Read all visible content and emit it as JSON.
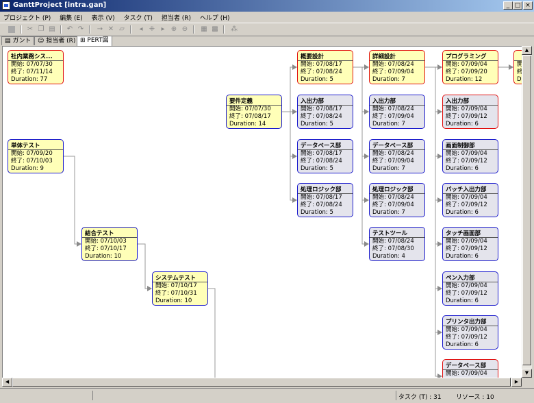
{
  "window": {
    "title": "GanttProject [intra.gan]"
  },
  "menu": [
    "プロジェクト (P)",
    "編集 (E)",
    "表示 (V)",
    "タスク (T)",
    "担当者 (R)",
    "ヘルプ (H)"
  ],
  "tabs": [
    {
      "label": "ガント",
      "active": false
    },
    {
      "label": "担当者 (R)",
      "active": false
    },
    {
      "label": "PERT図",
      "active": true
    }
  ],
  "status": {
    "tasks": "タスク (T) : 31",
    "resources": "リソース : 10"
  },
  "tasks": [
    {
      "id": "t0",
      "name": "社内業務シス...",
      "start": "開始: 07/07/30",
      "end": "終了: 07/11/14",
      "duration": "Duration: 77",
      "critical": true,
      "yellow": true
    },
    {
      "id": "t1",
      "name": "単体テスト",
      "start": "開始: 07/09/20",
      "end": "終了: 07/10/03",
      "duration": "Duration: 9",
      "critical": false,
      "yellow": true
    },
    {
      "id": "t2",
      "name": "結合テスト",
      "start": "開始: 07/10/03",
      "end": "終了: 07/10/17",
      "duration": "Duration: 10",
      "critical": false,
      "yellow": true
    },
    {
      "id": "t3",
      "name": "システムテスト",
      "start": "開始: 07/10/17",
      "end": "終了: 07/10/31",
      "duration": "Duration: 10",
      "critical": false,
      "yellow": true
    },
    {
      "id": "t4",
      "name": "要件定義",
      "start": "開始: 07/07/30",
      "end": "終了: 07/08/17",
      "duration": "Duration: 14",
      "critical": false,
      "yellow": true
    },
    {
      "id": "t5",
      "name": "概要設計",
      "start": "開始: 07/08/17",
      "end": "終了: 07/08/24",
      "duration": "Duration: 5",
      "critical": true,
      "yellow": true
    },
    {
      "id": "t6",
      "name": "入出力部",
      "start": "開始: 07/08/17",
      "end": "終了: 07/08/24",
      "duration": "Duration: 5",
      "critical": false,
      "yellow": false
    },
    {
      "id": "t7",
      "name": "データベース部",
      "start": "開始: 07/08/17",
      "end": "終了: 07/08/24",
      "duration": "Duration: 5",
      "critical": false,
      "yellow": false
    },
    {
      "id": "t8",
      "name": "処理ロジック部",
      "start": "開始: 07/08/17",
      "end": "終了: 07/08/24",
      "duration": "Duration: 5",
      "critical": false,
      "yellow": false
    },
    {
      "id": "t9",
      "name": "詳細設計",
      "start": "開始: 07/08/24",
      "end": "終了: 07/09/04",
      "duration": "Duration: 7",
      "critical": true,
      "yellow": true
    },
    {
      "id": "t10",
      "name": "入出力部",
      "start": "開始: 07/08/24",
      "end": "終了: 07/09/04",
      "duration": "Duration: 7",
      "critical": false,
      "yellow": false
    },
    {
      "id": "t11",
      "name": "データベース部",
      "start": "開始: 07/08/24",
      "end": "終了: 07/09/04",
      "duration": "Duration: 7",
      "critical": false,
      "yellow": false
    },
    {
      "id": "t12",
      "name": "処理ロジック部",
      "start": "開始: 07/08/24",
      "end": "終了: 07/09/04",
      "duration": "Duration: 7",
      "critical": false,
      "yellow": false
    },
    {
      "id": "t13",
      "name": "テストツール",
      "start": "開始: 07/08/24",
      "end": "終了: 07/08/30",
      "duration": "Duration: 4",
      "critical": false,
      "yellow": false
    },
    {
      "id": "t14",
      "name": "プログラミング",
      "start": "開始: 07/09/04",
      "end": "終了: 07/09/20",
      "duration": "Duration: 12",
      "critical": true,
      "yellow": true
    },
    {
      "id": "t15",
      "name": "入出力部",
      "start": "開始: 07/09/04",
      "end": "終了: 07/09/12",
      "duration": "Duration: 6",
      "critical": true,
      "yellow": false
    },
    {
      "id": "t16",
      "name": "画面制御部",
      "start": "開始: 07/09/04",
      "end": "終了: 07/09/12",
      "duration": "Duration: 6",
      "critical": false,
      "yellow": false
    },
    {
      "id": "t17",
      "name": "バッチ入出力部",
      "start": "開始: 07/09/04",
      "end": "終了: 07/09/12",
      "duration": "Duration: 6",
      "critical": false,
      "yellow": false
    },
    {
      "id": "t18",
      "name": "タッチ画面部",
      "start": "開始: 07/09/04",
      "end": "終了: 07/09/12",
      "duration": "Duration: 6",
      "critical": false,
      "yellow": false
    },
    {
      "id": "t19",
      "name": "ペン入力部",
      "start": "開始: 07/09/04",
      "end": "終了: 07/09/12",
      "duration": "Duration: 6",
      "critical": false,
      "yellow": false
    },
    {
      "id": "t20",
      "name": "プリンタ出力部",
      "start": "開始: 07/09/04",
      "end": "終了: 07/09/12",
      "duration": "Duration: 6",
      "critical": false,
      "yellow": false
    },
    {
      "id": "t21",
      "name": "データベース部",
      "start": "開始: 07/09/04",
      "end": "",
      "duration": "",
      "critical": true,
      "yellow": false
    },
    {
      "id": "t22",
      "name": "",
      "start": "開始",
      "end": "終了",
      "duration": "Dura",
      "critical": true,
      "yellow": true
    }
  ],
  "links": [
    [
      "t1",
      "t2"
    ],
    [
      "t2",
      "t3"
    ],
    [
      "t3",
      "off"
    ],
    [
      "t4",
      "t5"
    ],
    [
      "t4",
      "t6"
    ],
    [
      "t4",
      "t7"
    ],
    [
      "t4",
      "t8"
    ],
    [
      "t5",
      "t9"
    ],
    [
      "t5",
      "t10"
    ],
    [
      "t5",
      "t11"
    ],
    [
      "t5",
      "t12"
    ],
    [
      "t5",
      "t13"
    ],
    [
      "t9",
      "t14"
    ],
    [
      "t9",
      "t15"
    ],
    [
      "t9",
      "t16"
    ],
    [
      "t9",
      "t17"
    ],
    [
      "t9",
      "t18"
    ],
    [
      "t9",
      "t19"
    ],
    [
      "t9",
      "t20"
    ],
    [
      "t9",
      "t21"
    ],
    [
      "t14",
      "t22"
    ]
  ]
}
